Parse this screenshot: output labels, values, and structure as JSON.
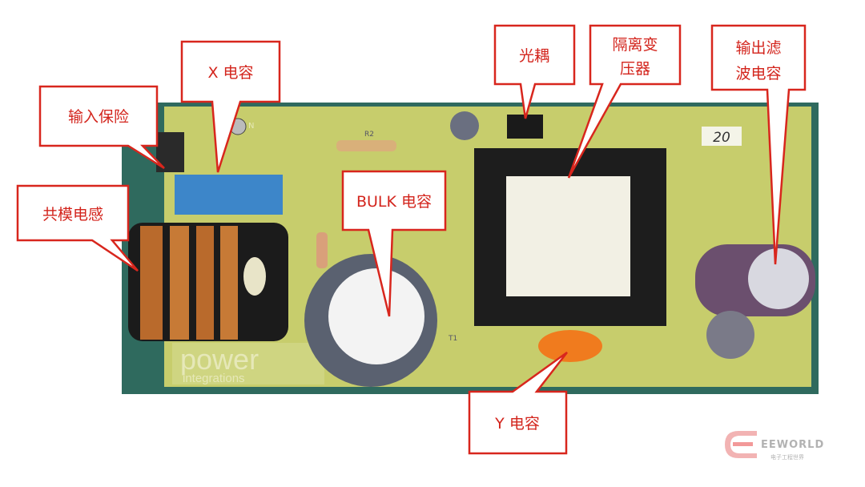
{
  "labels": {
    "input_fuse": "输入保险",
    "x_capacitor": "X 电容",
    "common_mode_choke": "共模电感",
    "bulk_capacitor": "BULK 电容",
    "optocoupler": "光耦",
    "isolation_transformer_line1": "隔离变",
    "isolation_transformer_line2": "压器",
    "output_filter_cap_line1": "输出滤",
    "output_filter_cap_line2": "波电容",
    "y_capacitor": "Y 电容"
  },
  "pcb": {
    "logo_line1": "power",
    "logo_line2": "integrations",
    "board_number": "20",
    "silk_n": "N",
    "silk_r2": "R2",
    "silk_t1": "T1"
  },
  "watermark": {
    "brand": "EEWORLD",
    "subtitle": "电子工程世界"
  },
  "colors": {
    "callout_red": "#d8261d",
    "pcb_green": "#c7cd6c",
    "frame_teal": "#2f6a5e"
  }
}
